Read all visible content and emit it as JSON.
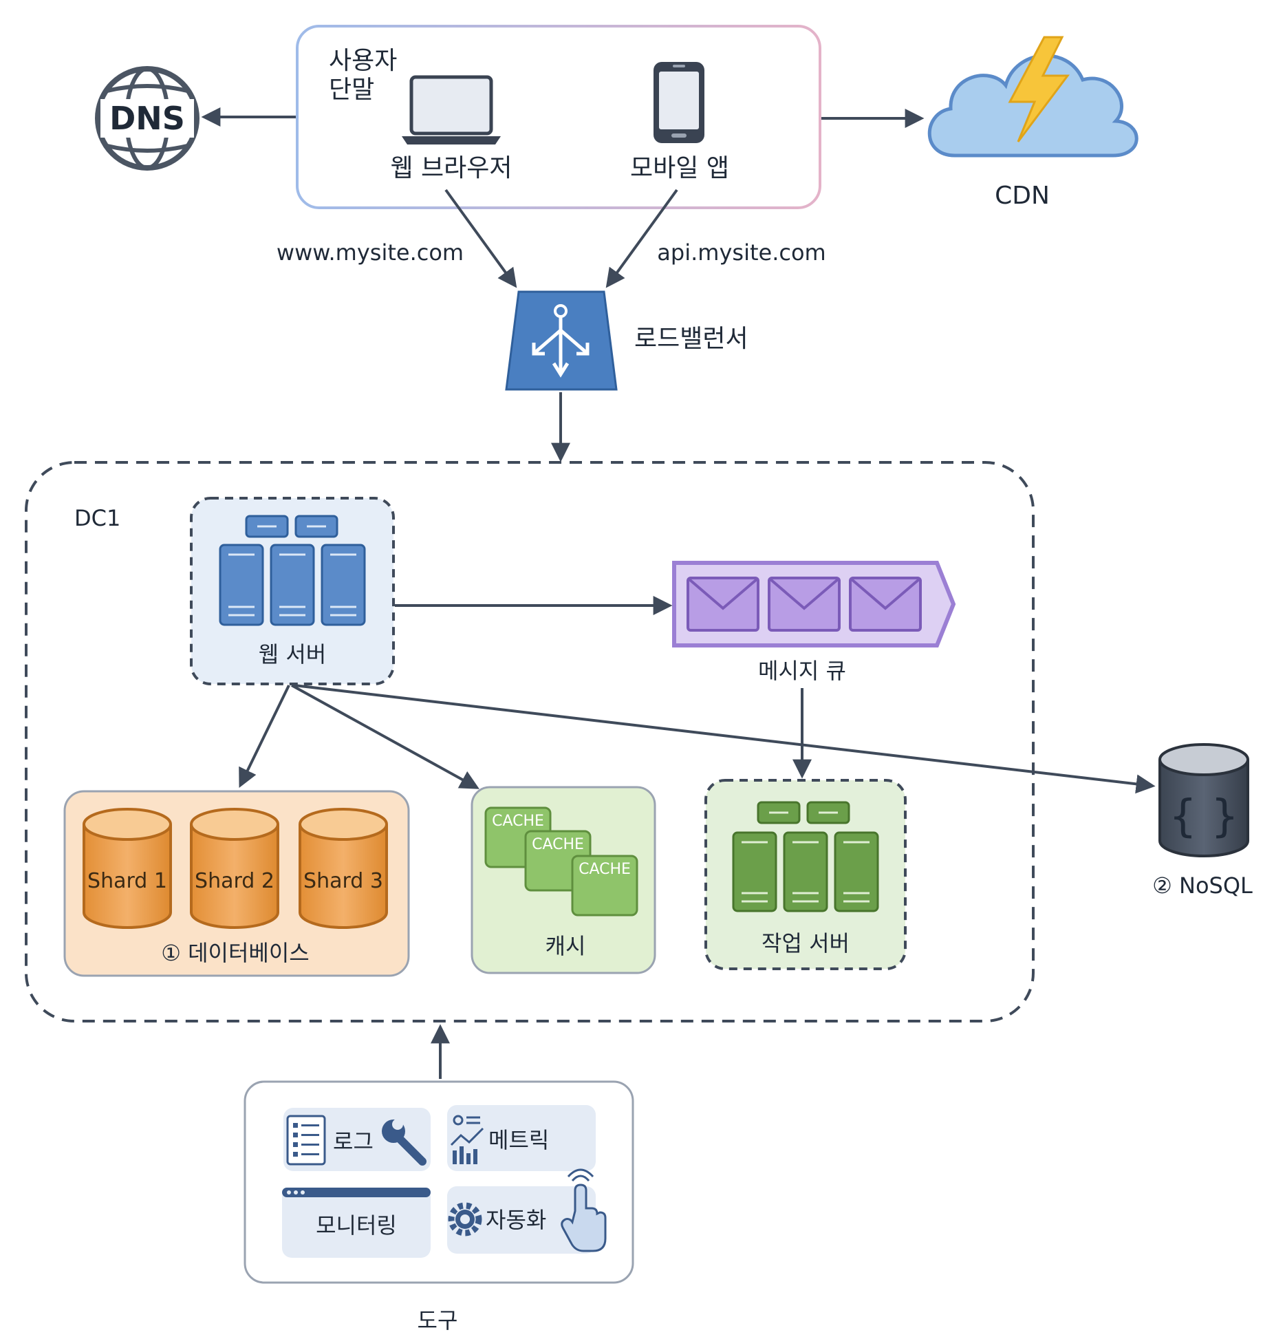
{
  "client": {
    "group_label_line1": "사용자",
    "group_label_line2": "단말",
    "web_browser": "웹 브라우저",
    "mobile_app": "모바일 앱"
  },
  "dns": {
    "label": "DNS"
  },
  "cdn": {
    "label": "CDN"
  },
  "routes": {
    "web_domain": "www.mysite.com",
    "api_domain": "api.mysite.com"
  },
  "load_balancer": {
    "label": "로드밸런서"
  },
  "datacenter": {
    "label": "DC1"
  },
  "web_server": {
    "label": "웹 서버"
  },
  "message_queue": {
    "label": "메시지 큐"
  },
  "database": {
    "label": "① 데이터베이스",
    "shards": [
      "Shard 1",
      "Shard 2",
      "Shard 3"
    ]
  },
  "cache": {
    "label": "캐시",
    "items": [
      "CACHE",
      "CACHE",
      "CACHE"
    ]
  },
  "worker": {
    "label": "작업 서버"
  },
  "nosql": {
    "label": "② NoSQL"
  },
  "tools": {
    "label": "도구",
    "logs": "로그",
    "metrics": "메트릭",
    "monitoring": "모니터링",
    "automation": "자동화"
  },
  "colors": {
    "arrow": "#3f4a5a",
    "load_balancer": "#4a7fc1",
    "server_blue": "#5b8bc9",
    "queue_purple": "#9b7fd4",
    "shard_orange": "#efa149",
    "cache_green": "#8fc46a",
    "worker_green": "#6b9f4a",
    "nosql_gray": "#4b5563",
    "cloud_blue": "#a9cdee",
    "bolt_yellow": "#f7c53a"
  }
}
